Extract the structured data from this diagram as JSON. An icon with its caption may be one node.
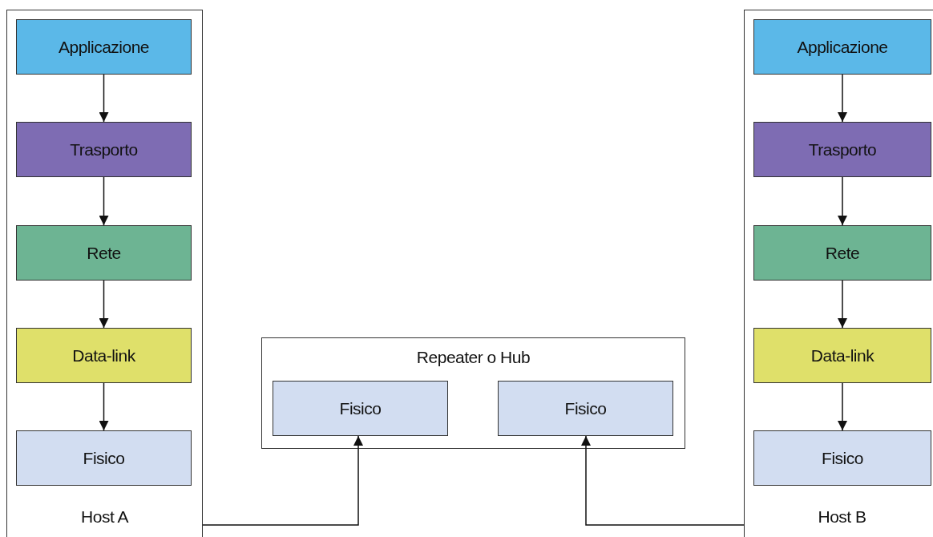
{
  "diagram": {
    "nodes": [
      {
        "text": [
          "Host A"
        ]
      },
      {
        "text": [
          "Applicazione"
        ],
        "in": 0
      },
      {
        "text": [
          "Trasporto"
        ],
        "in": 0
      },
      {
        "text": [
          "Rete"
        ],
        "in": 0
      },
      {
        "text": [
          "Data-link"
        ],
        "in": 0
      },
      {
        "text": [
          "Fisico"
        ],
        "in": 0
      },
      {
        "text": [
          "Host B"
        ]
      },
      {
        "text": [
          "Applicazione"
        ],
        "in": 6
      },
      {
        "text": [
          "Trasporto"
        ],
        "in": 6
      },
      {
        "text": [
          "Rete"
        ],
        "in": 6
      },
      {
        "text": [
          "Data-link"
        ],
        "in": 6
      },
      {
        "text": [
          "Fisico"
        ],
        "in": 6
      },
      {
        "text": [
          "Repeater o Hub"
        ]
      },
      {
        "text": [
          "Fisico"
        ],
        "in": 12
      },
      {
        "text": [
          "Fisico"
        ],
        "in": 12
      }
    ],
    "edges": [
      {
        "from": 1,
        "to": 2,
        "arrow": "to"
      },
      {
        "from": 2,
        "to": 3,
        "arrow": "to"
      },
      {
        "from": 3,
        "to": 4,
        "arrow": "to"
      },
      {
        "from": 4,
        "to": 5,
        "arrow": "to"
      },
      {
        "from": 7,
        "to": 8,
        "arrow": "to"
      },
      {
        "from": 8,
        "to": 9,
        "arrow": "to"
      },
      {
        "from": 9,
        "to": 10,
        "arrow": "to"
      },
      {
        "from": 10,
        "to": 11,
        "arrow": "to"
      },
      {
        "from": 0,
        "to": 13,
        "arrow": "to"
      },
      {
        "from": 6,
        "to": 14,
        "arrow": "to"
      }
    ]
  }
}
